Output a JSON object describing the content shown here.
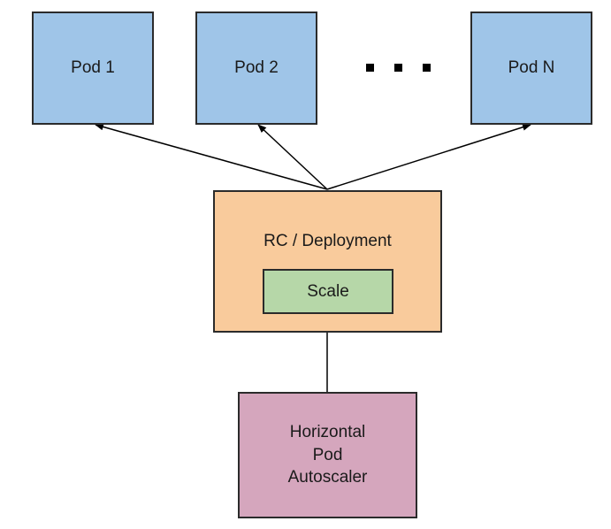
{
  "colors": {
    "pod_fill": "#9fc5e8",
    "rc_fill": "#f9cb9c",
    "scale_fill": "#b6d7a8",
    "hpa_fill": "#d5a6bd",
    "stroke": "#2b2b2b"
  },
  "nodes": {
    "pod_1": {
      "label": "Pod 1"
    },
    "pod_2": {
      "label": "Pod 2"
    },
    "ellipsis": {
      "label": "..."
    },
    "pod_n": {
      "label": "Pod N"
    },
    "rc_deployment": {
      "label": "RC / Deployment"
    },
    "scale": {
      "label": "Scale"
    },
    "hpa": {
      "label_lines": [
        "Horizontal",
        "Pod",
        "Autoscaler"
      ]
    }
  },
  "edges": [
    {
      "from": "rc_deployment",
      "to": "pod_1"
    },
    {
      "from": "rc_deployment",
      "to": "pod_2"
    },
    {
      "from": "rc_deployment",
      "to": "pod_n"
    },
    {
      "from": "hpa",
      "to": "scale"
    }
  ]
}
